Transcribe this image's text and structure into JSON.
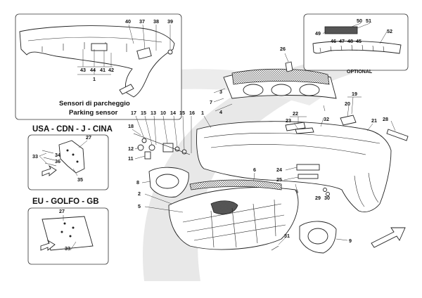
{
  "captions": {
    "sensors_it": "Sensori di parcheggio",
    "sensors_en": "Parking sensor",
    "usa": "USA - CDN - J - CINA",
    "eu": "EU - GOLFO - GB",
    "optional": "OPTIONAL"
  },
  "callouts": {
    "n1": "1",
    "n1b": "1",
    "n2": "2",
    "n3": "3",
    "n4": "4",
    "n5": "5",
    "n6": "6",
    "n7": "7",
    "n8": "8",
    "n9": "9",
    "n10": "10",
    "n11": "11",
    "n12": "12",
    "n13": "13",
    "n14": "14",
    "n15": "15",
    "n15b": "15",
    "n16": "16",
    "n17": "17",
    "n18": "18",
    "n19": "19",
    "n20": "20",
    "n21": "21",
    "n22": "22",
    "n23": "23",
    "n24": "24",
    "n25": "25",
    "n26": "26",
    "n27": "27",
    "n27b": "27",
    "n28": "28",
    "n29": "29",
    "n30": "30",
    "n31": "31",
    "n32": "32",
    "n33": "33",
    "n33b": "33",
    "n34": "34",
    "n35": "35",
    "n36": "36",
    "n37": "37",
    "n38": "38",
    "n39": "39",
    "n40": "40",
    "n41": "41",
    "n42": "42",
    "n43": "43",
    "n44": "44",
    "n45": "45",
    "n46": "46",
    "n47": "47",
    "n48": "48",
    "n49": "49",
    "n50": "50",
    "n51": "51",
    "n52": "52"
  },
  "colors": {
    "line": "#222222",
    "watermark": "#e6e6e6",
    "background": "#ffffff"
  }
}
